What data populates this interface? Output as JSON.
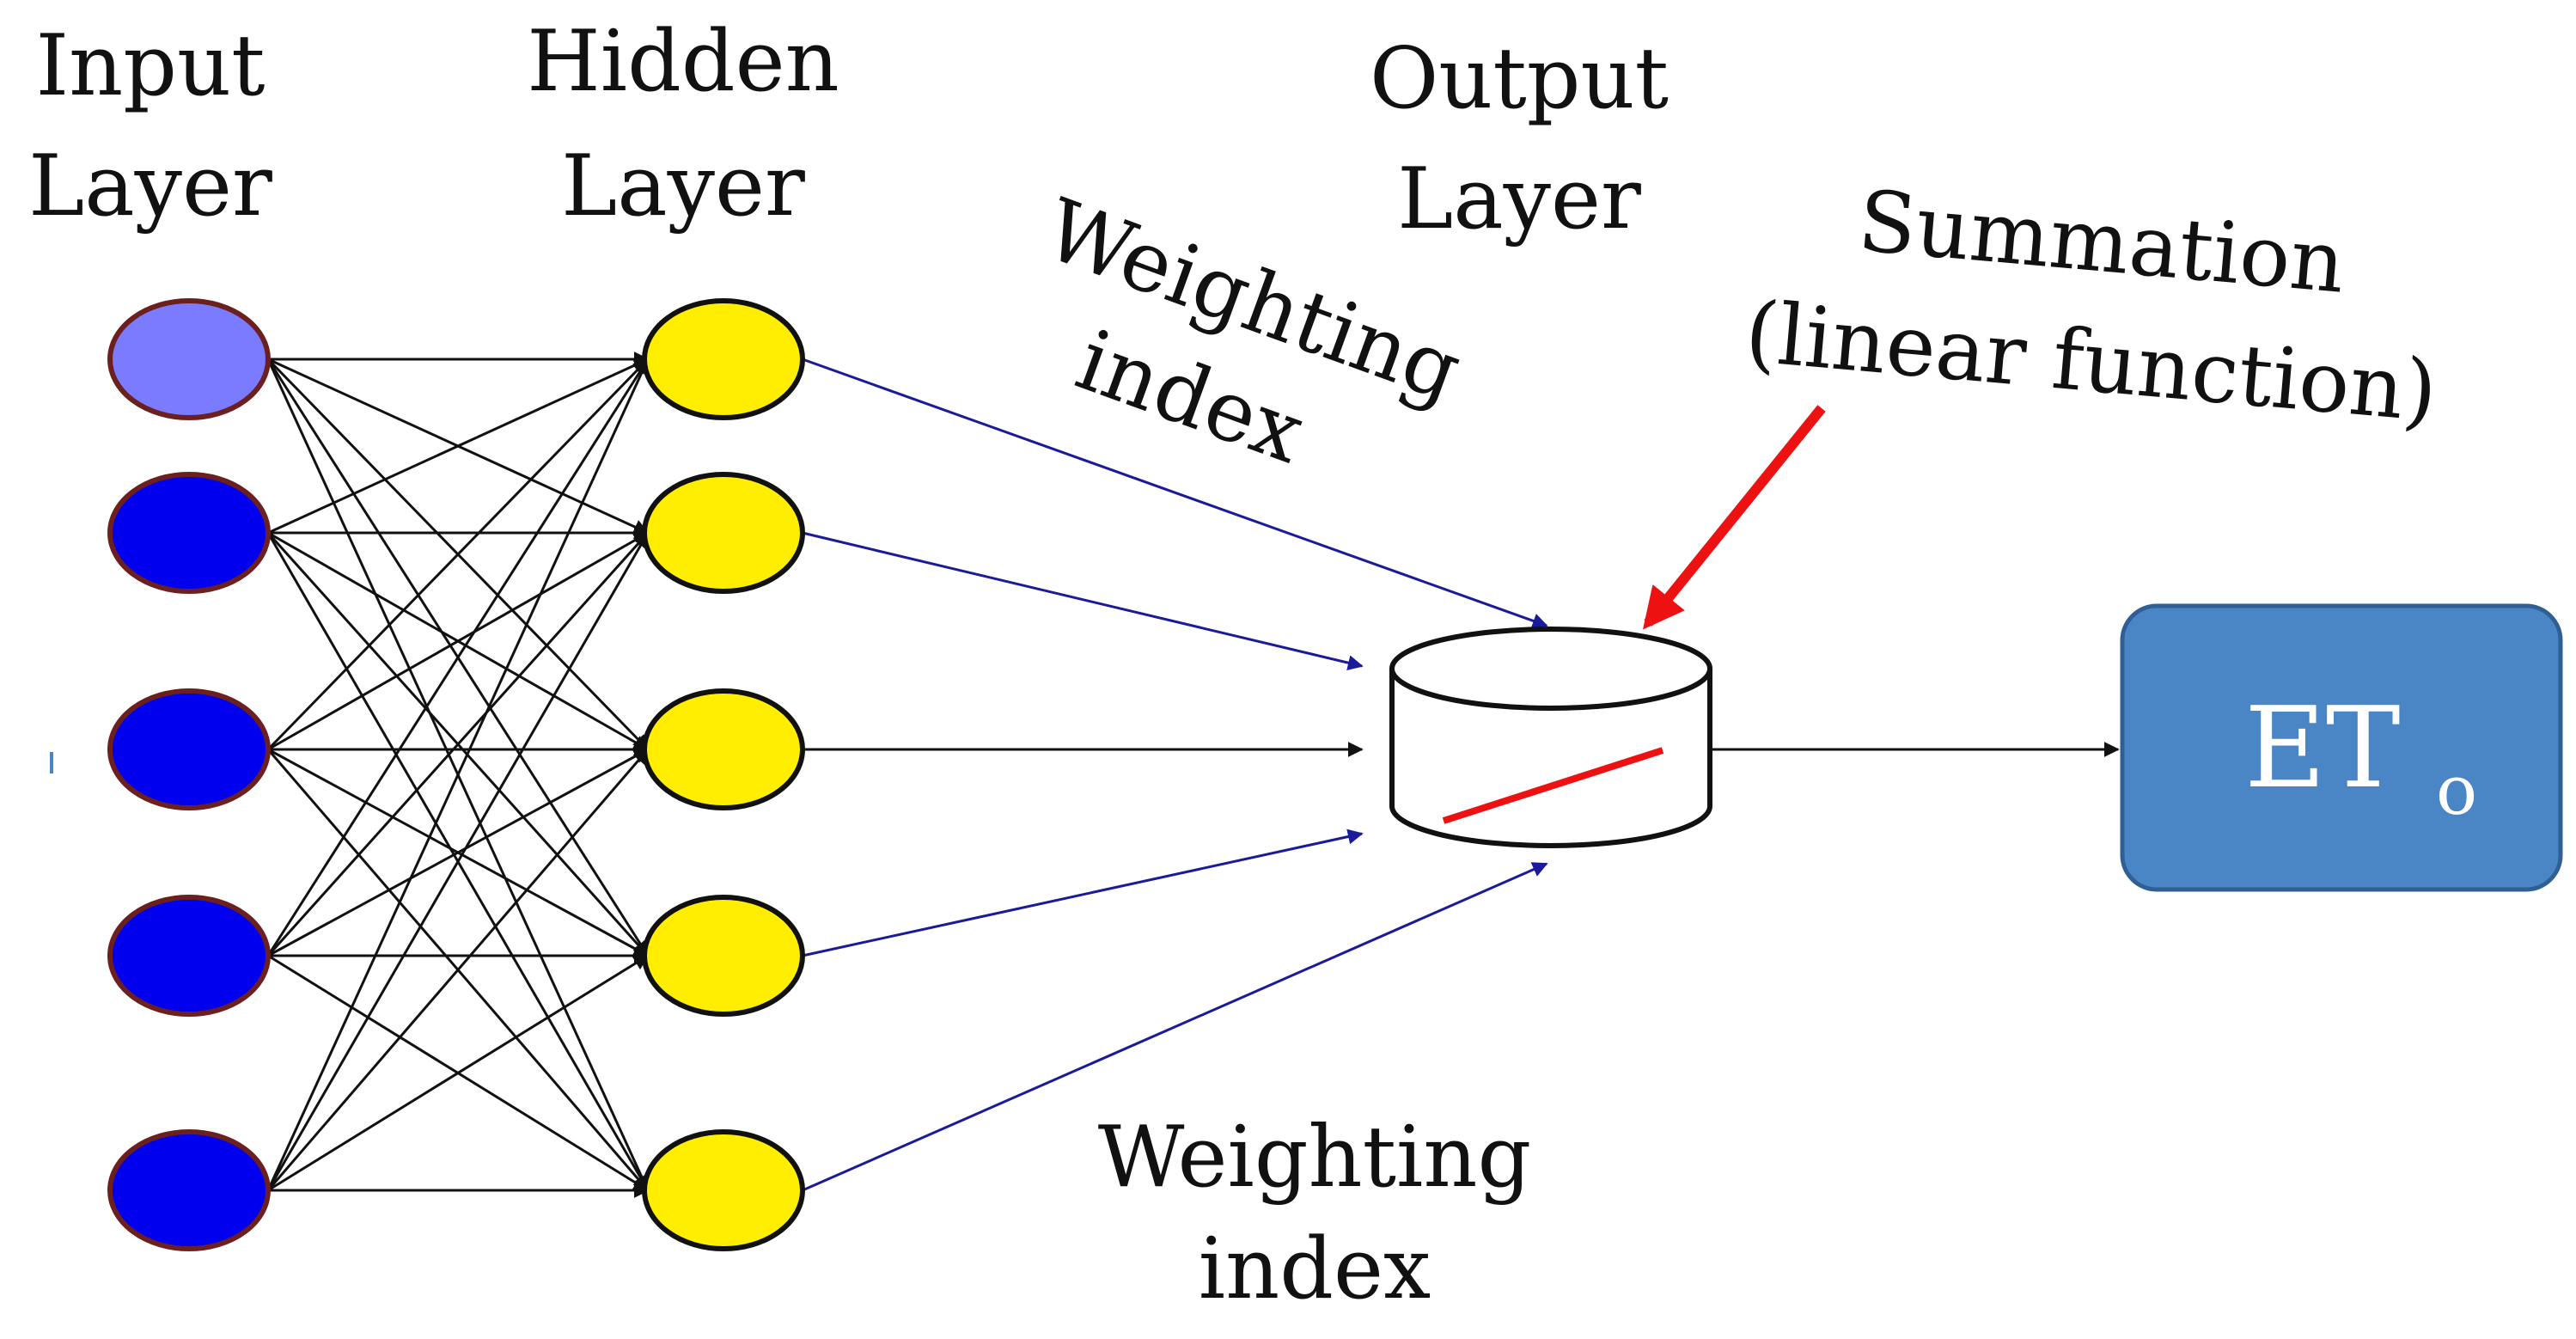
{
  "labels": {
    "input_layer_line1": "Input",
    "input_layer_line2": "Layer",
    "hidden_layer_line1": "Hidden",
    "hidden_layer_line2": "Layer",
    "output_layer_line1": "Output",
    "output_layer_line2": "Layer",
    "weighting_top_line1": "Weighting",
    "weighting_top_line2": "index",
    "weighting_bottom_line1": "Weighting",
    "weighting_bottom_line2": "index",
    "summation_line1": "Summation",
    "summation_line2": "(linear function)"
  },
  "output": {
    "main": "ET",
    "subscript": "o"
  },
  "network": {
    "input_node_count": 5,
    "hidden_node_count": 5
  },
  "colors": {
    "input_first": "#7b7bff",
    "input_node": "#0000ee",
    "hidden_node": "#ffee00",
    "node_outline": "#6b1f1f",
    "hidden_to_output_edge": "#1a1a9a",
    "summation_arrow": "#ee1111",
    "output_box": "#4a86c5",
    "output_box_border": "#2f5f93"
  }
}
